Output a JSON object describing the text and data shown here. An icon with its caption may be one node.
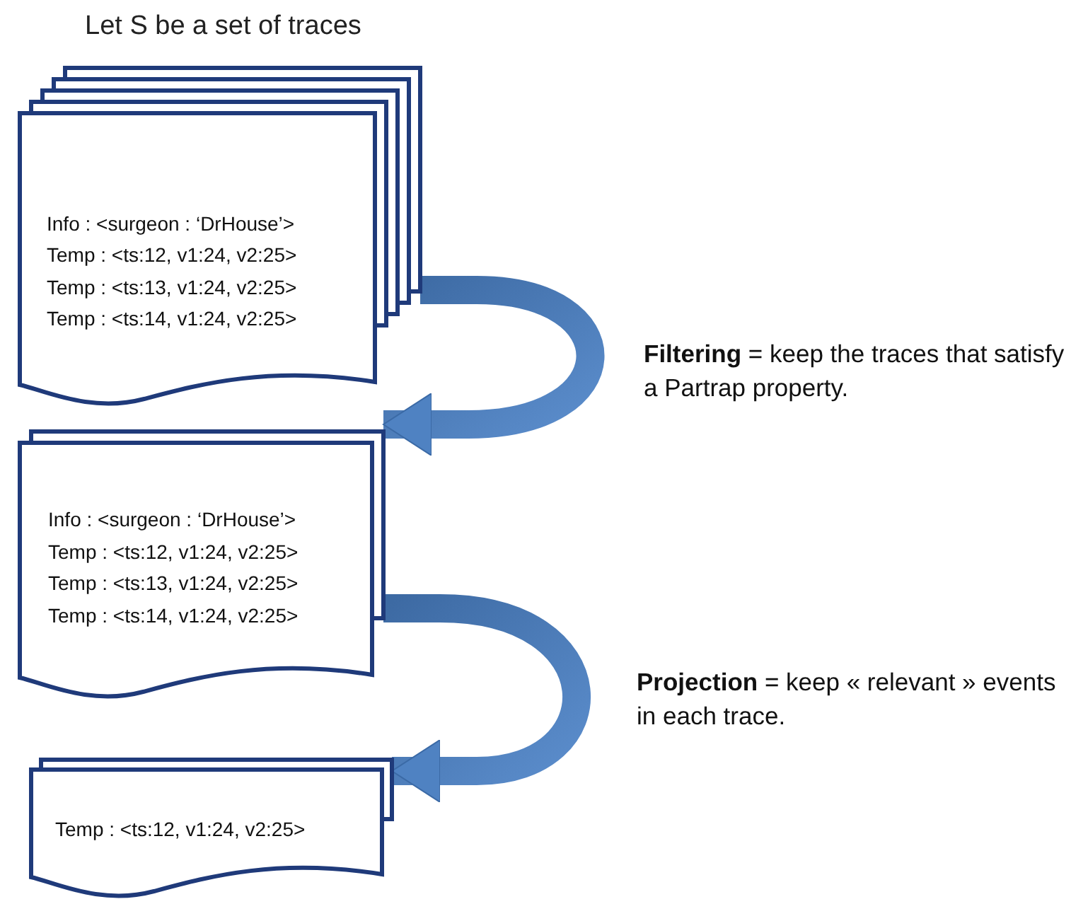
{
  "diagram": {
    "title": "Let S be a set of traces",
    "nodes": [
      {
        "text": [
          "Info : <surgeon : ‘DrHouse’>",
          "Temp : <ts:12, v1:24, v2:25>",
          "Temp : <ts:13, v1:24, v2:25>",
          "Temp : <ts:14, v1:24, v2:25>"
        ]
      },
      {
        "text": [
          "Info : <surgeon : ‘DrHouse’>",
          "Temp : <ts:12, v1:24, v2:25>",
          "Temp : <ts:13, v1:24, v2:25>",
          "Temp : <ts:14, v1:24, v2:25>"
        ]
      },
      {
        "text": [
          "Temp : <ts:12, v1:24, v2:25>"
        ]
      }
    ],
    "edges": [
      {
        "from": 0,
        "to": 1,
        "arrow": "to",
        "label": "**Filtering** = keep the traces that satisfy a Partrap property.",
        "style": "thick"
      },
      {
        "from": 1,
        "to": 2,
        "arrow": "to",
        "label": "**Projection** = keep « relevant » events in each trace.",
        "style": "thick"
      }
    ]
  }
}
